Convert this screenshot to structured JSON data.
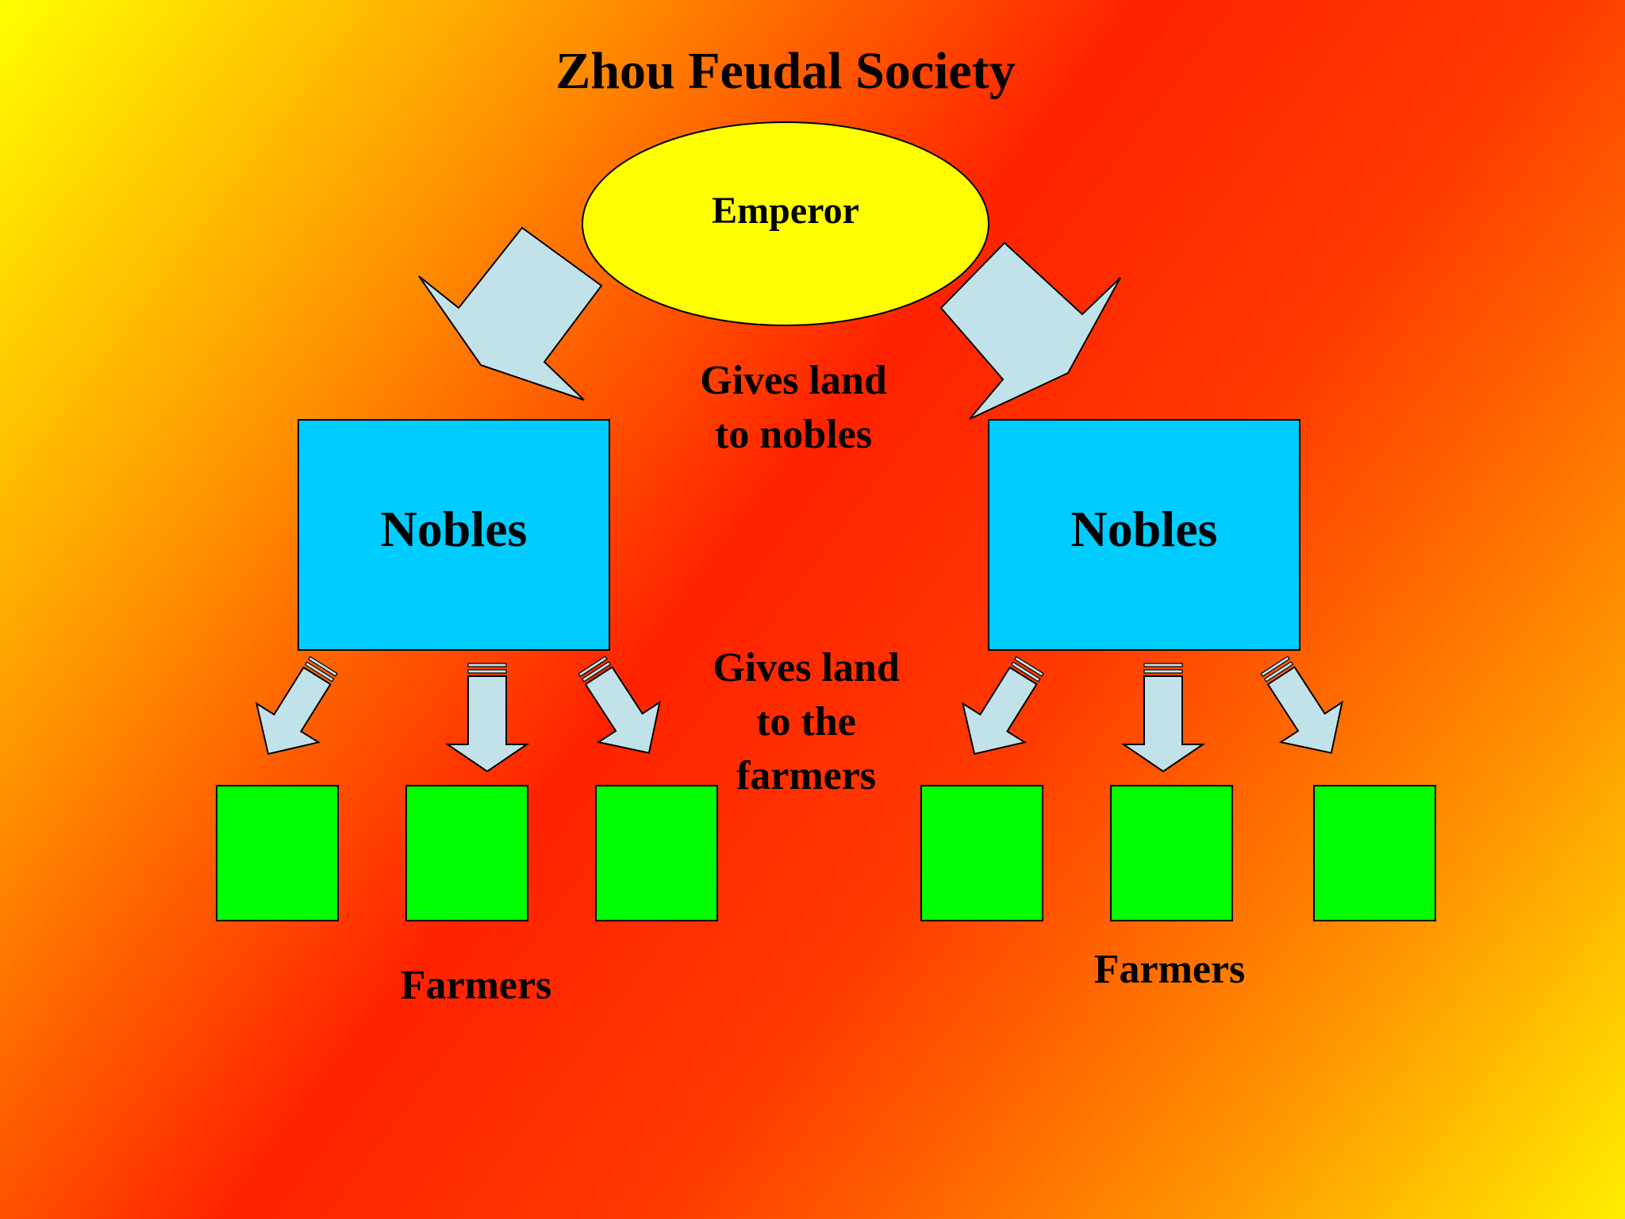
{
  "title": "Zhou Feudal Society",
  "nodes": {
    "emperor": "Emperor",
    "nobles_left": "Nobles",
    "nobles_right": "Nobles"
  },
  "captions": {
    "emperor_to_nobles": [
      "Gives land",
      "to nobles"
    ],
    "nobles_to_farmers": [
      "Gives land",
      "to the",
      "farmers"
    ]
  },
  "group_labels": {
    "farmers_left": "Farmers",
    "farmers_right": "Farmers"
  },
  "colors": {
    "emperor_fill": "#ffff00",
    "nobles_fill": "#00ccff",
    "farmers_fill": "#00ff00",
    "arrow_fill": "#c2e2ea",
    "background_gradient": [
      "#ffff00",
      "#ff8c00",
      "#ff2a00",
      "#ff8c00",
      "#ffee00"
    ]
  }
}
